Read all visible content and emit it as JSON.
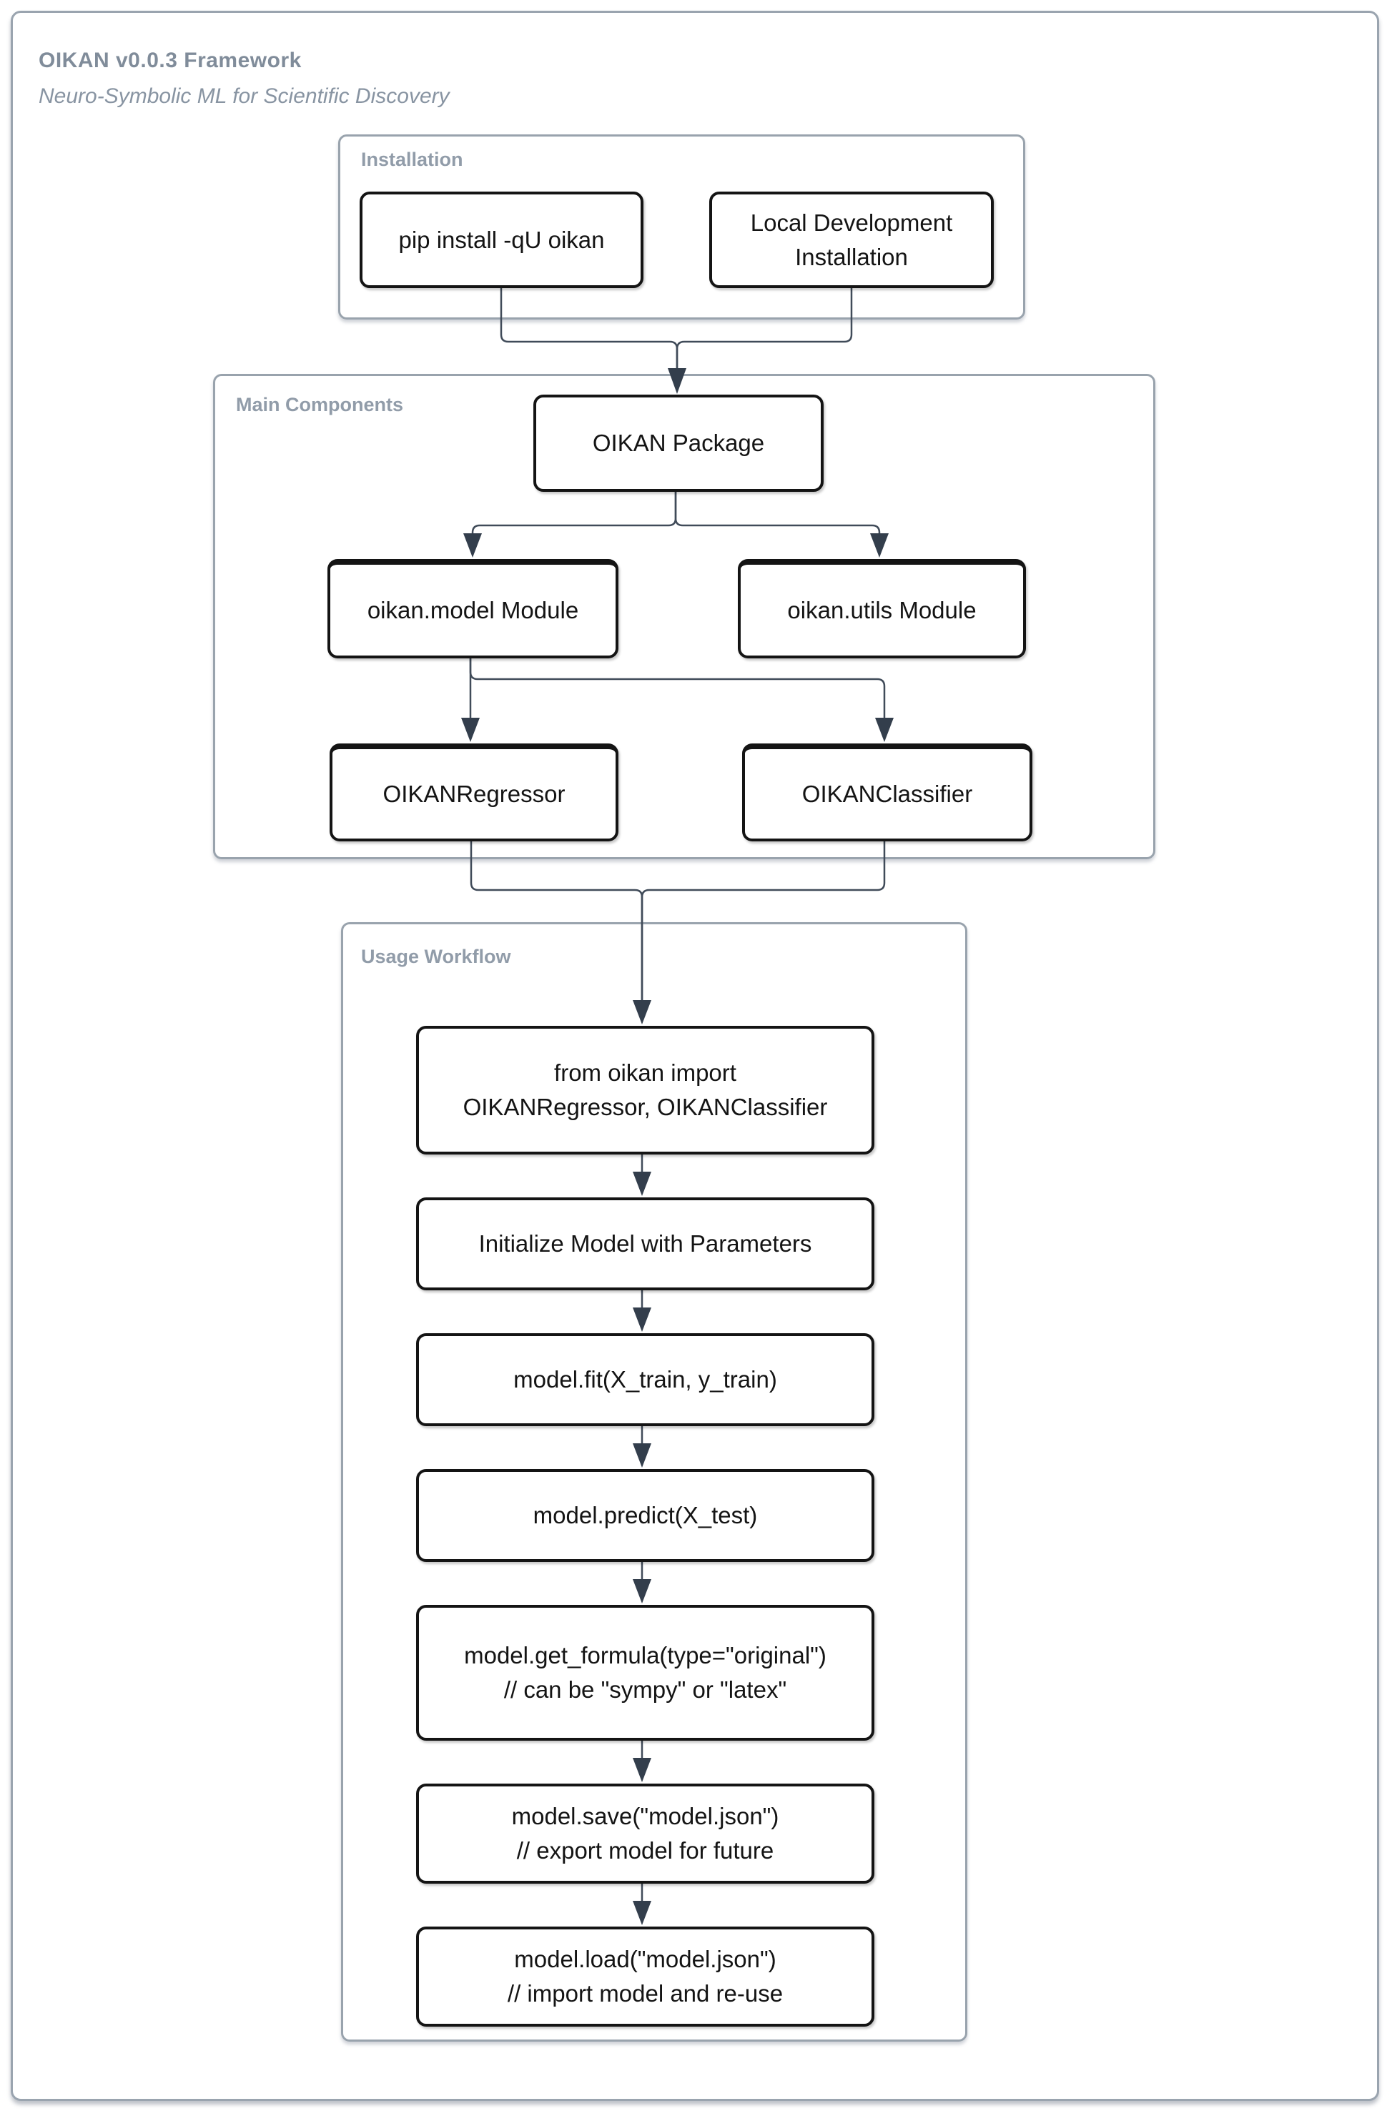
{
  "header": {
    "title": "OIKAN v0.0.3 Framework",
    "subtitle": "Neuro-Symbolic ML for Scientific Discovery"
  },
  "groups": {
    "installation": {
      "label": "Installation"
    },
    "main_components": {
      "label": "Main Components"
    },
    "usage_workflow": {
      "label": "Usage Workflow"
    }
  },
  "nodes": {
    "pip_install": {
      "label": "pip install -qU oikan"
    },
    "local_dev": {
      "line1": "Local Development",
      "line2": "Installation"
    },
    "oikan_package": {
      "label": "OIKAN Package"
    },
    "model_module": {
      "label": "oikan.model Module"
    },
    "utils_module": {
      "label": "oikan.utils Module"
    },
    "regressor": {
      "label": "OIKANRegressor"
    },
    "classifier": {
      "label": "OIKANClassifier"
    },
    "wf_import": {
      "line1": "from oikan import",
      "line2": "OIKANRegressor, OIKANClassifier"
    },
    "wf_init": {
      "label": "Initialize Model with Parameters"
    },
    "wf_fit": {
      "label": "model.fit(X_train, y_train)"
    },
    "wf_predict": {
      "label": "model.predict(X_test)"
    },
    "wf_formula": {
      "line1": "model.get_formula(type=\"original\")",
      "line2": "// can be \"sympy\" or \"latex\""
    },
    "wf_save": {
      "line1": "model.save(\"model.json\")",
      "line2": "// export model for future"
    },
    "wf_load": {
      "line1": "model.load(\"model.json\")",
      "line2": "// import model and re-use"
    }
  },
  "edges": [
    "pip_install -> oikan_package",
    "local_dev -> oikan_package",
    "oikan_package -> model_module",
    "oikan_package -> utils_module",
    "model_module -> regressor",
    "model_module -> classifier",
    "regressor -> wf_import",
    "classifier -> wf_import",
    "wf_import -> wf_init",
    "wf_init -> wf_fit",
    "wf_fit -> wf_predict",
    "wf_predict -> wf_formula",
    "wf_formula -> wf_save",
    "wf_save -> wf_load"
  ],
  "colors": {
    "frame_border": "#9aa4af",
    "group_border": "#99a3ad",
    "group_label": "#919ca9",
    "title_gray": "#808c9a",
    "node_border": "#141414",
    "node_fill": "#ffffff",
    "node_text": "#141414",
    "connector": "#404b59",
    "arrowhead": "#333e4c",
    "background": "#ffffff"
  }
}
